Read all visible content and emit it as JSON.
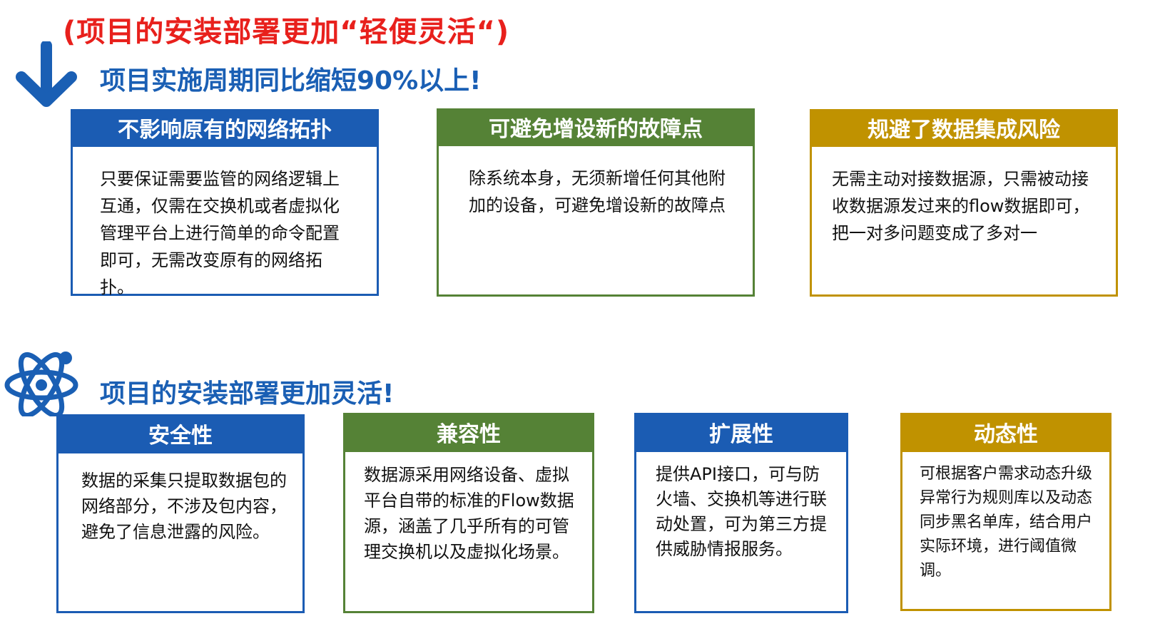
{
  "header": {
    "title": "(项目的安装部署更加“轻便灵活“)"
  },
  "section1": {
    "icon": "down-arrow-icon",
    "title": "项目实施周期同比缩短90%以上!",
    "cards": [
      {
        "title": "不影响原有的网络拓扑",
        "body": "只要保证需要监管的网络逻辑上互通，仅需在交换机或者虚拟化管理平台上进行简单的命令配置即可，无需改变原有的网络拓扑。",
        "color": "#1b5cb3"
      },
      {
        "title": "可避免增设新的故障点",
        "body": "除系统本身，无须新增任何其他附加的设备，可避免增设新的故障点",
        "color": "#558236"
      },
      {
        "title": "规避了数据集成风险",
        "body": "无需主动对接数据源，只需被动接收数据源发过来的flow数据即可，把一对多问题变成了多对一",
        "color": "#c09200"
      }
    ]
  },
  "section2": {
    "icon": "atom-icon",
    "title": "项目的安装部署更加灵活!",
    "cards": [
      {
        "title": "安全性",
        "body": "数据的采集只提取数据包的网络部分，不涉及包内容，避免了信息泄露的风险。",
        "color": "#1b5cb3"
      },
      {
        "title": "兼容性",
        "body": "数据源采用网络设备、虚拟平台自带的标准的Flow数据源，涵盖了几乎所有的可管理交换机以及虚拟化场景。",
        "color": "#558236"
      },
      {
        "title": "扩展性",
        "body": "提供API接口，可与防火墙、交换机等进行联动处置，可为第三方提供威胁情报服务。",
        "color": "#1b5cb3"
      },
      {
        "title": "动态性",
        "body": "可根据客户需求动态升级异常行为规则库以及动态同步黑名单库，结合用户实际环境，进行阈值微调。",
        "color": "#c09200"
      }
    ]
  }
}
